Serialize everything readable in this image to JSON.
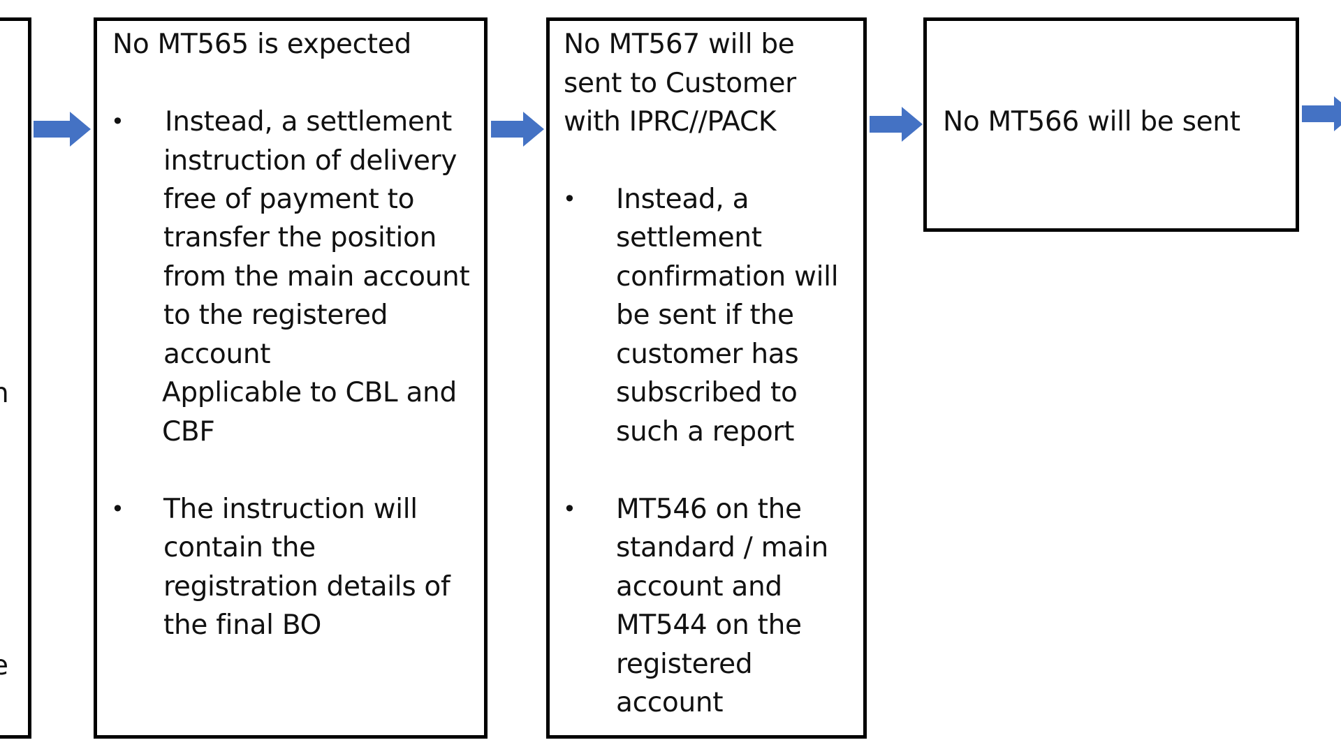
{
  "colors": {
    "border": "#000000",
    "arrow": "#4472C4",
    "text": "#111111"
  },
  "icons": {
    "arrow": "right-block-arrow-icon",
    "bullet": "bullet-dot"
  },
  "left_box": {
    "clipped_chars": [
      "n",
      "e"
    ]
  },
  "box1": {
    "title": "No MT565 is expected",
    "bullet_symbol": "•",
    "bullet1_lines": [
      "Instead, a settlement",
      "instruction of delivery",
      "free of payment  to",
      "transfer the position",
      "from the main account",
      "to the registered",
      "account",
      "Applicable to CBL and",
      "CBF"
    ],
    "bullet2_lines": [
      "The instruction will",
      "contain the",
      "registration details of",
      "the final BO"
    ]
  },
  "box2": {
    "title_lines": [
      "No MT567 will be",
      "sent to Customer",
      "with IPRC//PACK"
    ],
    "bullet_symbol": "•",
    "bullet1_lines": [
      "Instead, a",
      "settlement",
      "confirmation will",
      "be sent if the",
      "customer has",
      "subscribed to",
      "such a report"
    ],
    "bullet2_lines": [
      "MT546 on the",
      "standard / main",
      "account and",
      "MT544 on the",
      "registered",
      "account"
    ]
  },
  "box3": {
    "title": "No MT566 will be sent"
  }
}
